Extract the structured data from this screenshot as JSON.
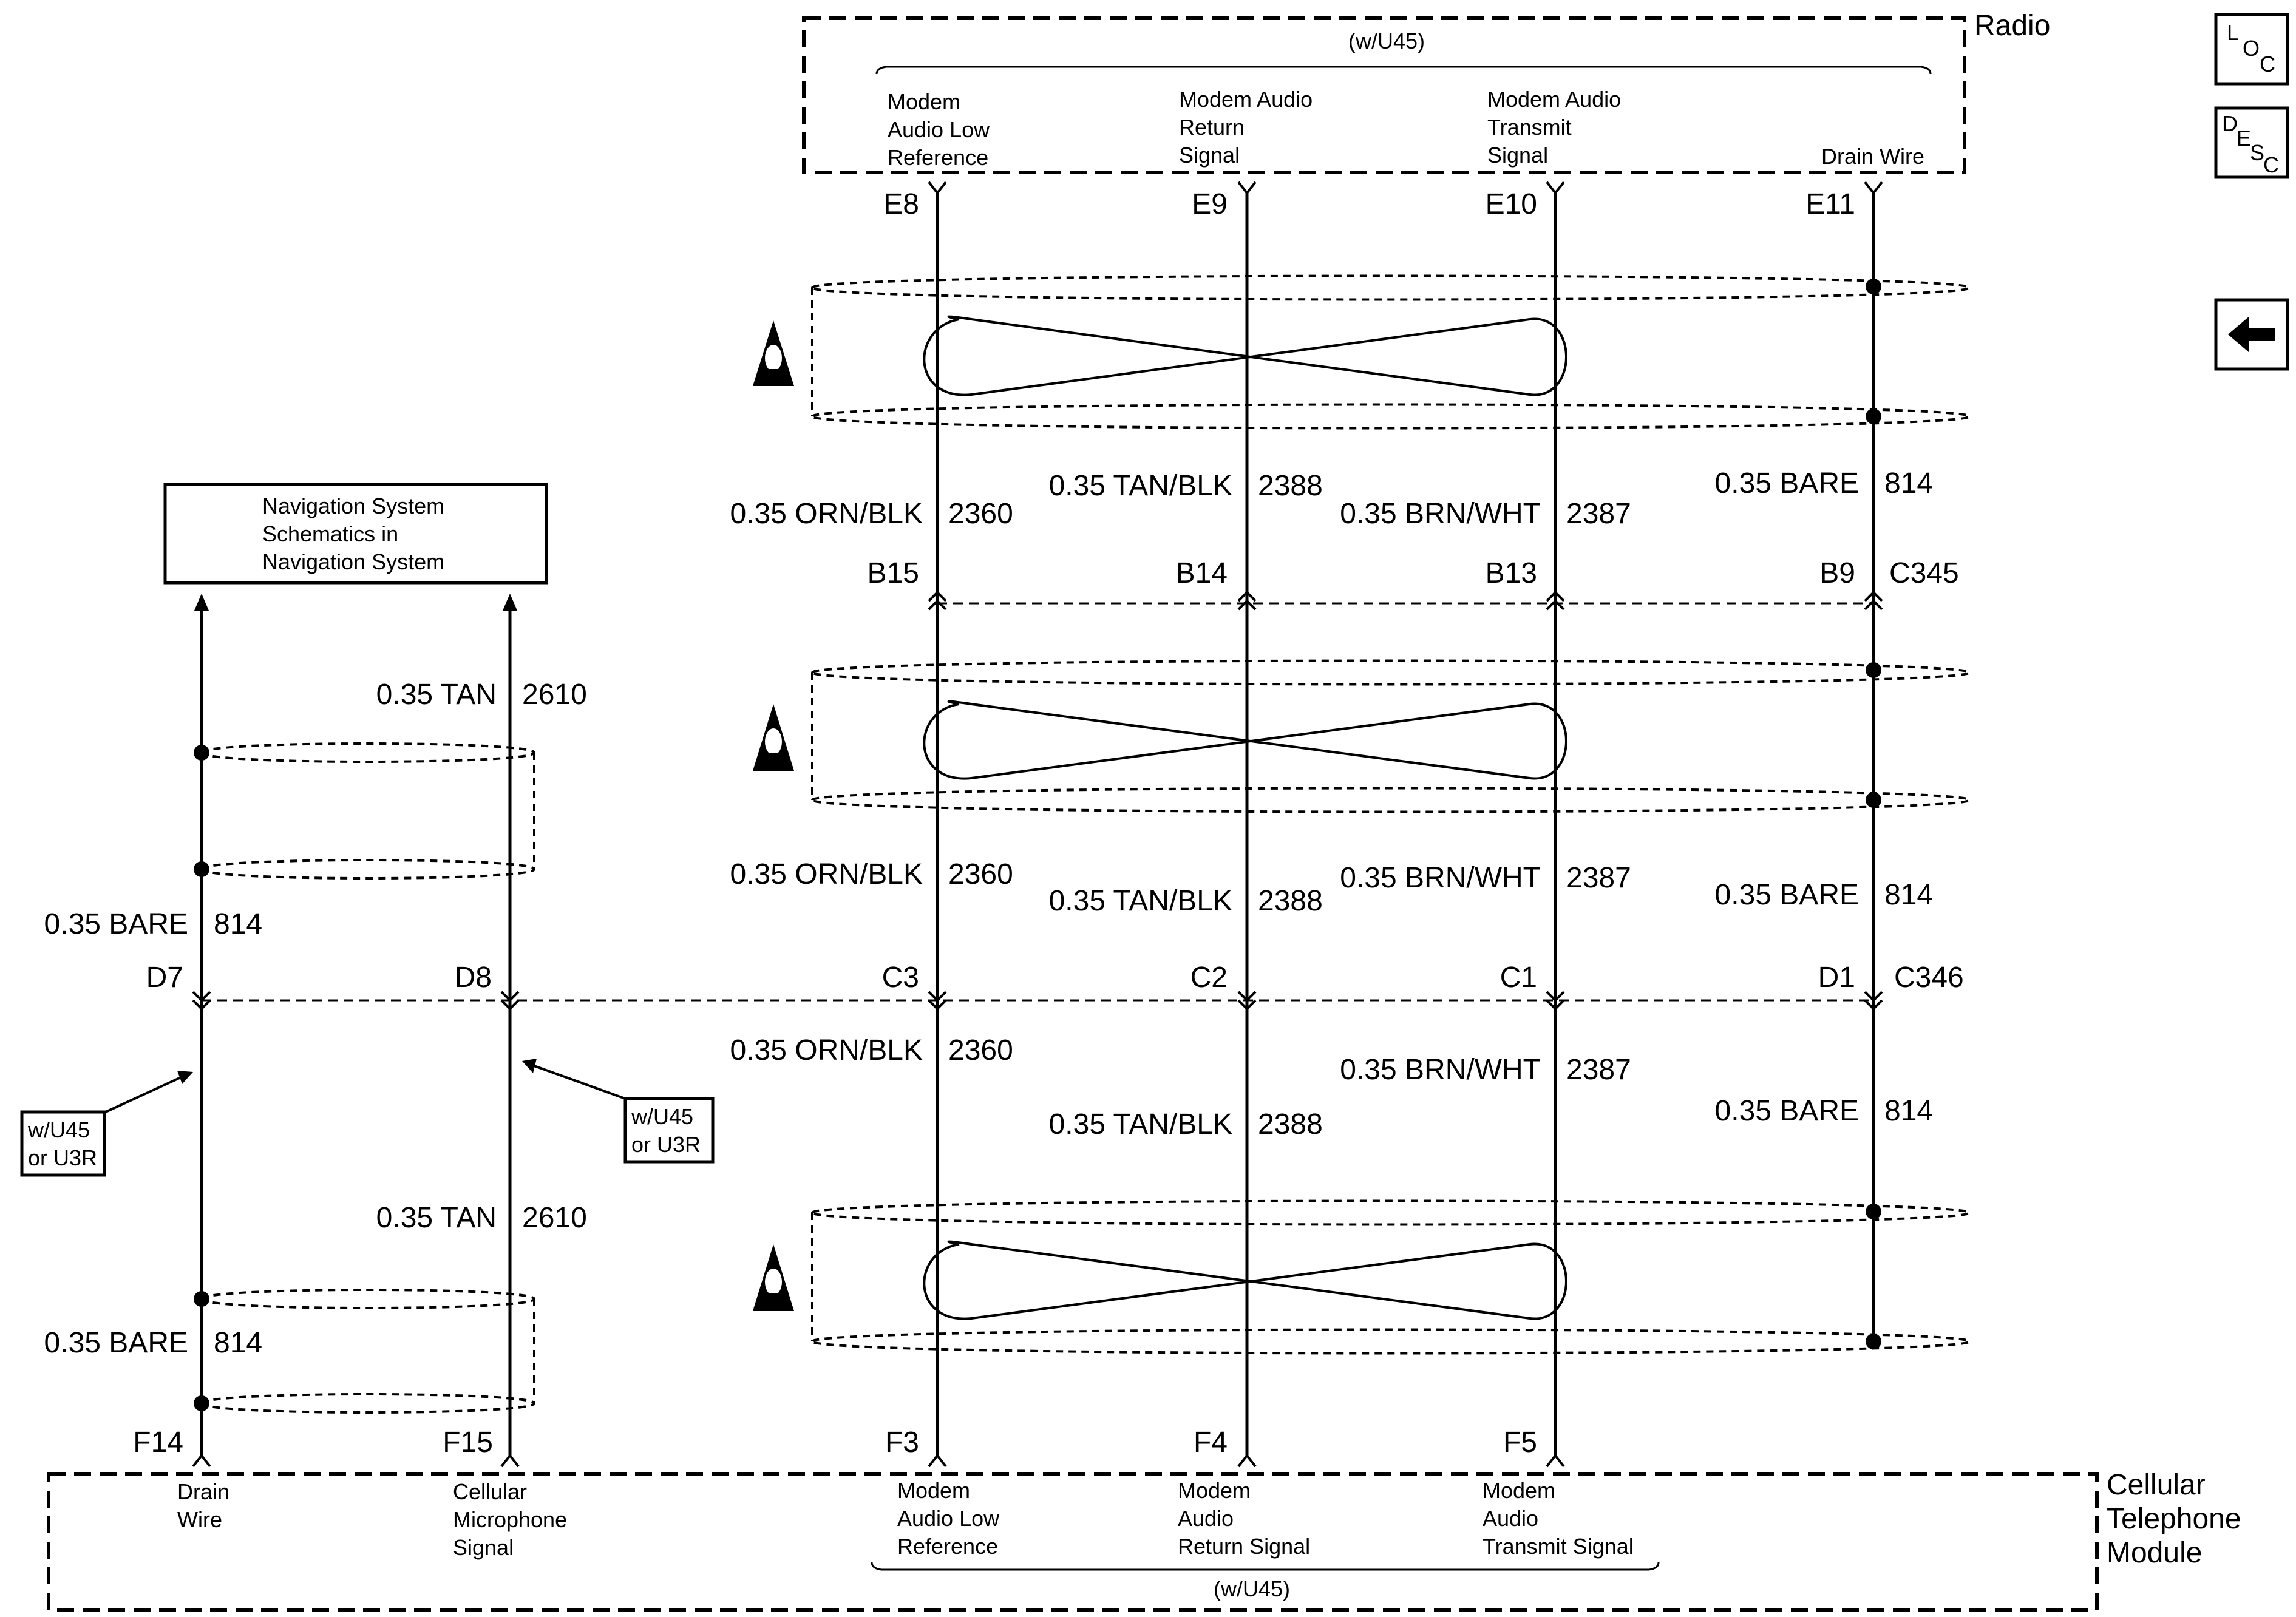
{
  "radio": {
    "title": "Radio",
    "option": "(w/U45)",
    "pin_descriptions": [
      [
        "Modem",
        "Audio Low",
        "Reference"
      ],
      [
        "Modem Audio",
        "Return",
        "Signal"
      ],
      [
        "Modem Audio",
        "Transmit",
        "Signal"
      ],
      [
        "Drain Wire"
      ]
    ],
    "pins": [
      "E8",
      "E9",
      "E10",
      "E11"
    ]
  },
  "cellular": {
    "title_lines": [
      "Cellular",
      "Telephone",
      "Module"
    ],
    "option": "(w/U45)",
    "pin_descriptions": [
      [
        "Drain",
        "Wire"
      ],
      [
        "Cellular",
        "Microphone",
        "Signal"
      ],
      [
        "Modem",
        "Audio Low",
        "Reference"
      ],
      [
        "Modem",
        "Audio",
        "Return Signal"
      ],
      [
        "Modem",
        "Audio",
        "Transmit Signal"
      ]
    ],
    "pins": [
      "F14",
      "F15",
      "F3",
      "F4",
      "F5"
    ]
  },
  "navigation_box": {
    "lines": [
      "Navigation System",
      "Schematics in",
      "Navigation System"
    ]
  },
  "option_boxes": [
    [
      "w/U45",
      "or U3R"
    ],
    [
      "w/U45",
      "or U3R"
    ]
  ],
  "connectors": {
    "c345": {
      "name": "C345",
      "pins": [
        "B15",
        "B14",
        "B13",
        "B9"
      ]
    },
    "c346": {
      "name": "C346",
      "pins": [
        "D7",
        "D8",
        "C3",
        "C2",
        "C1",
        "D1"
      ]
    }
  },
  "wire_labels": {
    "orn_blk": "0.35 ORN/BLK",
    "tan_blk": "0.35 TAN/BLK",
    "brn_wht": "0.35 BRN/WHT",
    "bare": "0.35 BARE",
    "tan": "0.35 TAN"
  },
  "circuits": {
    "orn_blk": "2360",
    "tan_blk": "2388",
    "brn_wht": "2387",
    "bare": "814",
    "tan": "2610"
  },
  "nav_buttons": {
    "loc": [
      "L",
      "O",
      "C"
    ],
    "desc": [
      "D",
      "E",
      "S",
      "C"
    ],
    "back": "back-arrow-icon"
  }
}
